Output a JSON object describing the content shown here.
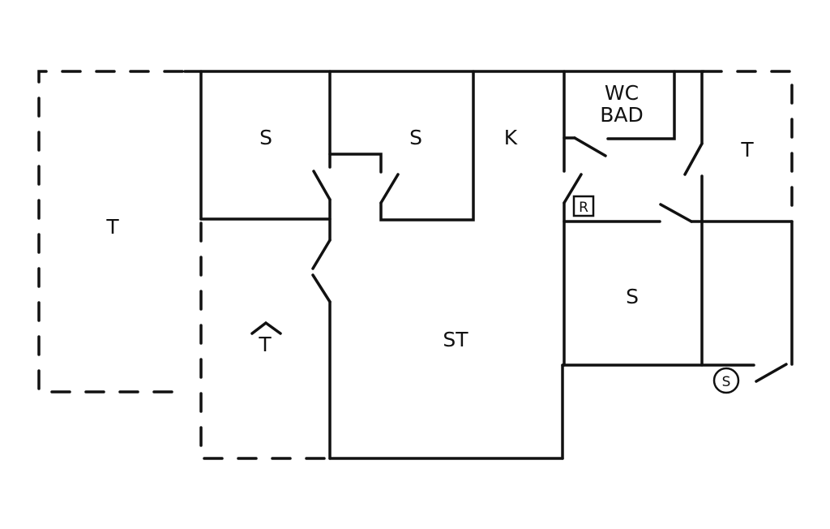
{
  "diagram": {
    "type": "floor-plan",
    "line_color": "#111111",
    "background": "#ffffff",
    "rooms": [
      {
        "id": "terrace-left",
        "label": "T"
      },
      {
        "id": "bedroom-1",
        "label": "S"
      },
      {
        "id": "bedroom-2",
        "label": "S"
      },
      {
        "id": "kitchen",
        "label": "K"
      },
      {
        "id": "bathroom",
        "label_line1": "WC",
        "label_line2": "BAD"
      },
      {
        "id": "terrace-right",
        "label": "T"
      },
      {
        "id": "living-room",
        "label": "ST"
      },
      {
        "id": "covered-terrace",
        "label": "T"
      },
      {
        "id": "bedroom-3",
        "label": "S"
      }
    ],
    "symbols": [
      {
        "id": "boxed-r",
        "label": "R"
      },
      {
        "id": "circled-s",
        "label": "S"
      }
    ]
  }
}
